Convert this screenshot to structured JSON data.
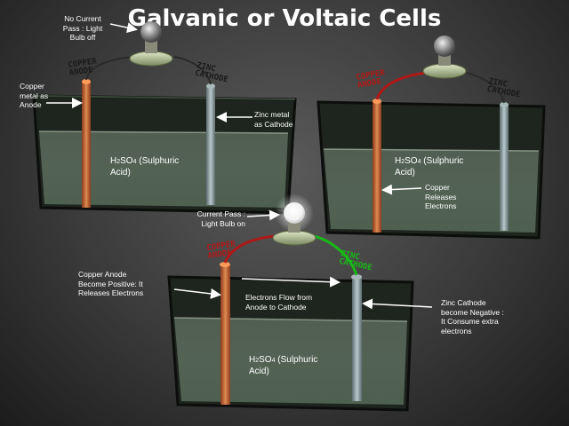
{
  "title": "Galvanic or Voltaic Cells",
  "panel1": {
    "bulb_note": [
      "No Current",
      "Pass : Light",
      "Bulb off"
    ],
    "copper_tag": [
      "COPPER",
      "ANODE"
    ],
    "zinc_tag": [
      "ZINC",
      "CATHODE"
    ],
    "copper_note": [
      "Copper",
      "metal as",
      "Anode"
    ],
    "zinc_note": [
      "Zinc metal",
      "as Cathode"
    ],
    "acid": {
      "formula_h": "H",
      "sub2": "2",
      "formula_so": "SO",
      "sub4": "4",
      "name1": " (Sulphuric",
      "name2": "Acid)"
    }
  },
  "panel2": {
    "copper_tag": [
      "COPPER",
      "ANODE"
    ],
    "zinc_tag": [
      "ZINC",
      "CATHODE"
    ],
    "acid": {
      "formula_h": "H",
      "sub2": "2",
      "formula_so": "SO",
      "sub4": "4",
      "name1": " (Sulphuric",
      "name2": "Acid)"
    },
    "copper_note": [
      "Copper",
      "Releases",
      "Electrons"
    ]
  },
  "panel3": {
    "bulb_note": [
      "Current Pass :",
      "Light Bulb on"
    ],
    "copper_tag": [
      "COPPER",
      "ANODE"
    ],
    "zinc_tag": [
      "ZINC",
      "CATHODE"
    ],
    "copper_note": [
      "Copper Anode",
      "Become Positive: It",
      "Releases Electrons"
    ],
    "flow_note": [
      "Electrons Flow  from",
      "Anode to Cathode"
    ],
    "zinc_note": [
      "Zinc Cathode",
      "become Negative :",
      "It  Consume extra",
      "electrons"
    ],
    "acid": {
      "formula_h": "H",
      "sub2": "2",
      "formula_so": "SO",
      "sub4": "4",
      "name1": " (Sulphuric",
      "name2": "Acid)"
    }
  },
  "colors": {
    "copper": "#c8643a",
    "zinc": "#8a9ea0",
    "red_wire": "#b01818",
    "green_wire": "#18b818",
    "liquid": "#6f8a70"
  }
}
